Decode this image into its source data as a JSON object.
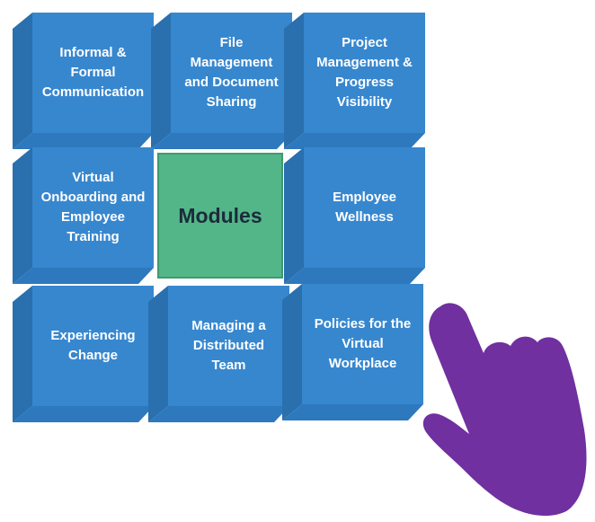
{
  "diagram": {
    "center_label": "Modules",
    "modules": [
      {
        "label": "Informal &\nFormal\nCommunication"
      },
      {
        "label": "File\nManagement\nand Document\nSharing"
      },
      {
        "label": "Project\nManagement &\nProgress\nVisibility"
      },
      {
        "label": "Virtual\nOnboarding and\nEmployee\nTraining"
      },
      {
        "label": "Employee\nWellness"
      },
      {
        "label": "Experiencing\nChange"
      },
      {
        "label": "Managing a\nDistributed\nTeam"
      },
      {
        "label": "Policies for the\nVirtual\nWorkplace"
      }
    ]
  },
  "colors": {
    "tile_front": "#3787cf",
    "tile_side": "#2a6fae",
    "tile_bottom": "#2e78bd",
    "center_front": "#52b688",
    "center_edge": "#3f9a70",
    "pointer": "#7030a0",
    "label_text": "#ffffff",
    "center_text": "#1d2b3a"
  },
  "icons": {
    "pointer": "pointing-hand-icon"
  }
}
